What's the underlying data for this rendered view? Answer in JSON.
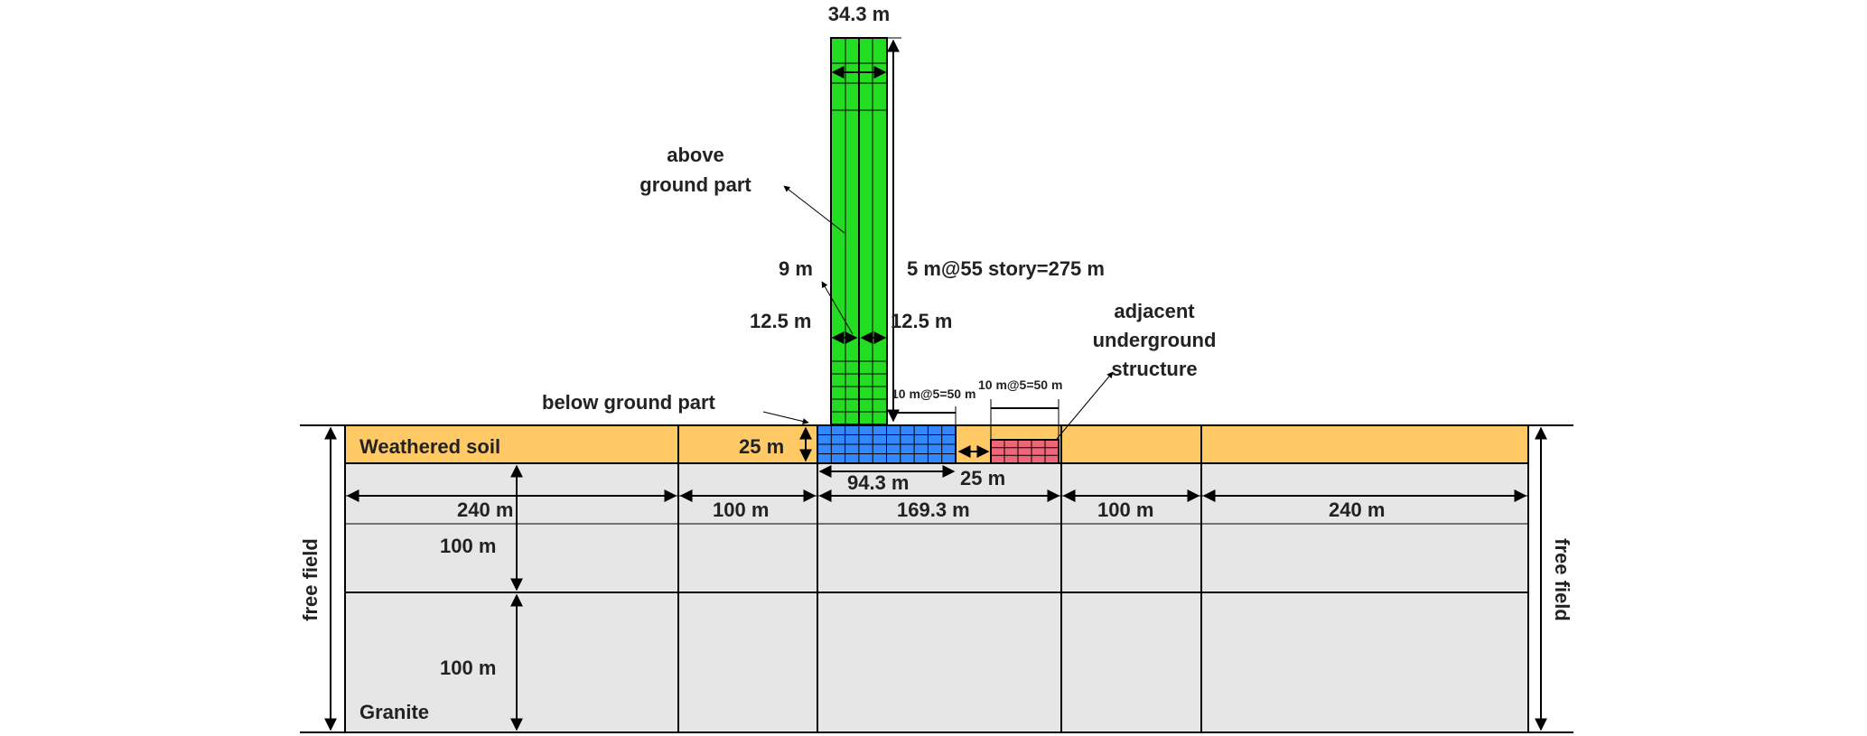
{
  "labels": {
    "tower_width": "34.3 m",
    "above_ground": [
      "above",
      "ground part"
    ],
    "story_height": "5 m@55 story=275 m",
    "core_9m": "9 m",
    "left_125": "12.5 m",
    "right_125": "12.5 m",
    "adjacent": [
      "adjacent",
      "underground",
      "structure"
    ],
    "bay_left": "10 m@5=50 m",
    "bay_right": "10 m@5=50 m",
    "below_ground": "below ground part",
    "depth_25": "25 m",
    "weathered_soil": "Weathered soil",
    "width_943": "94.3 m",
    "gap_25": "25 m",
    "seg_240_left": "240 m",
    "seg_100_left": "100 m",
    "seg_1693": "169.3 m",
    "seg_100_right": "100 m",
    "seg_240_right": "240 m",
    "depth_100_a": "100 m",
    "depth_100_b": "100 m",
    "granite": "Granite",
    "free_field_left": "free field",
    "free_field_right": "free field"
  },
  "colors": {
    "tower": "#22dd22",
    "below_ground": "#3388ff",
    "adjacent": "#ee6677",
    "soil": "#ffc966",
    "granite": "#e6e6e6"
  }
}
